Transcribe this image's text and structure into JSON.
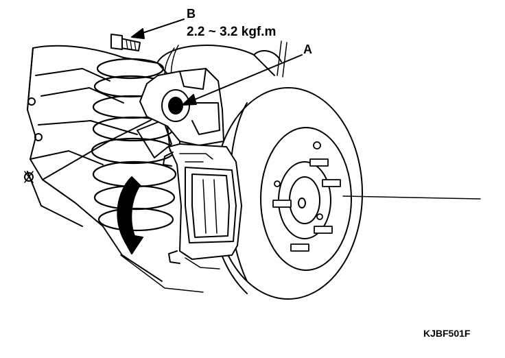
{
  "labels": {
    "b": "B",
    "torque": "2.2 ~ 3.2 kgf.m",
    "a": "A"
  },
  "figure_code": "KJBF501F",
  "colors": {
    "ink": "#000000",
    "paper": "#ffffff"
  }
}
